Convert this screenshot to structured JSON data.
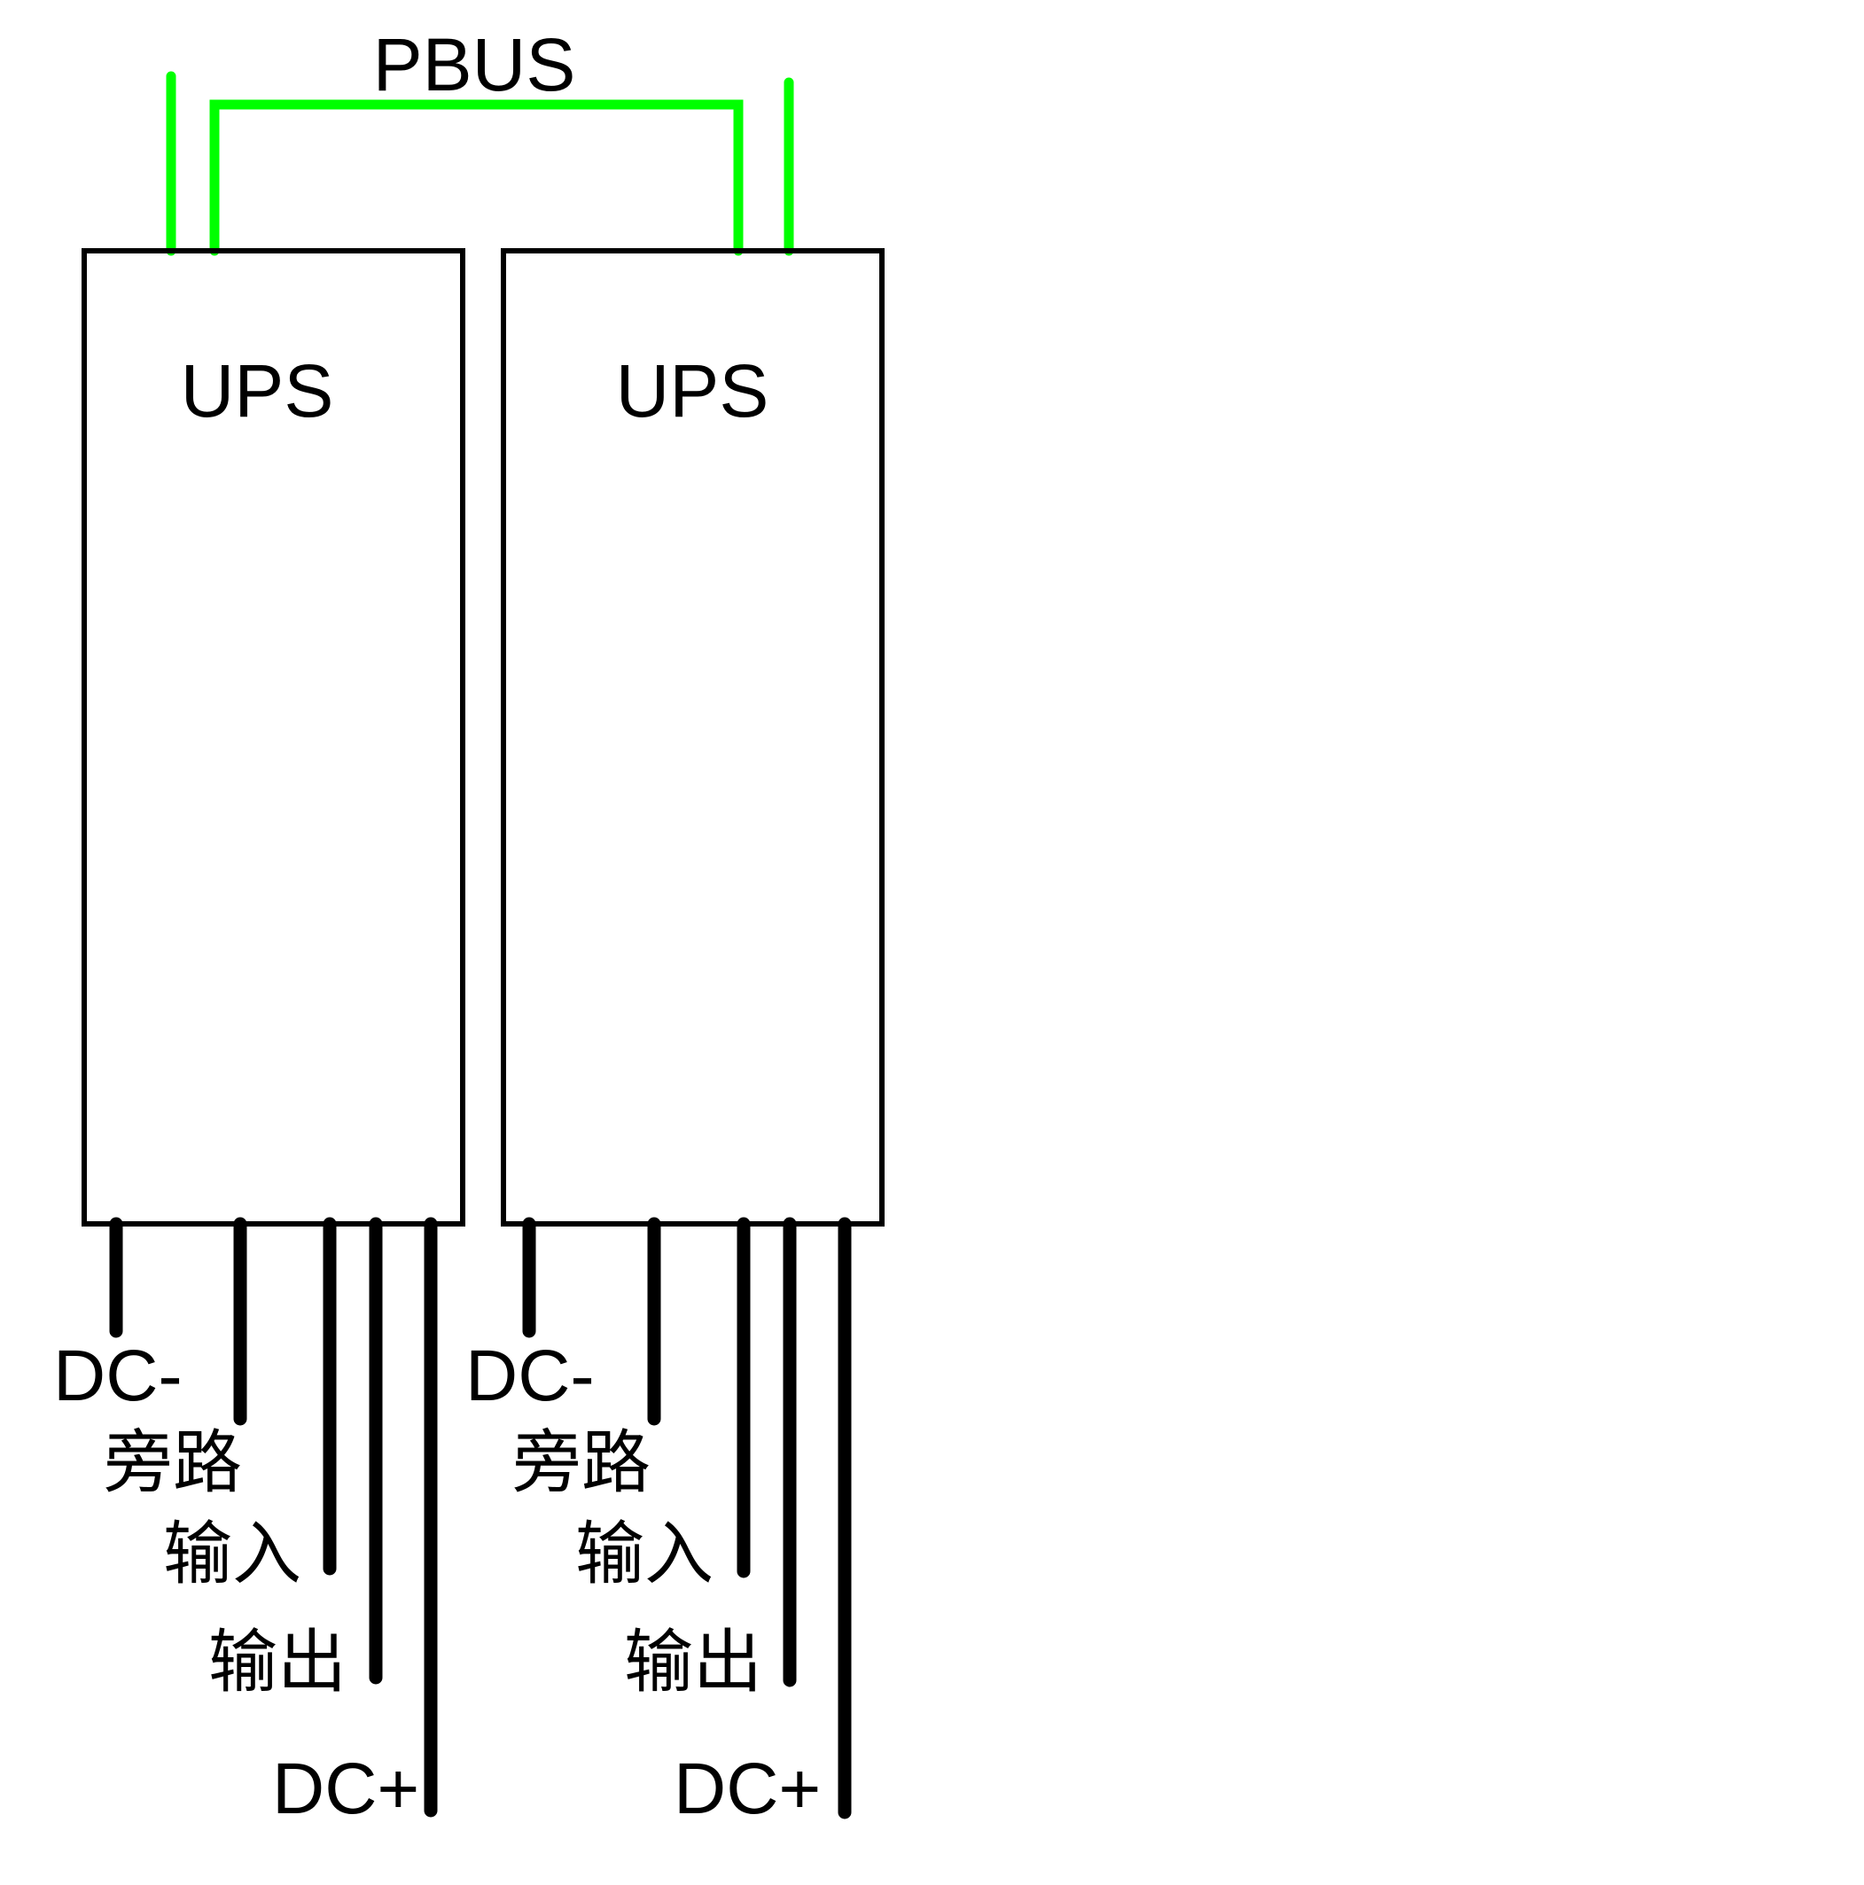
{
  "bus": {
    "label": "PBUS",
    "color": "#00ff00"
  },
  "colors": {
    "outline": "#000000",
    "background": "#ffffff"
  },
  "units": [
    {
      "label": "UPS",
      "terminals": [
        "DC-",
        "旁路",
        "输入",
        "输出",
        "DC+"
      ]
    },
    {
      "label": "UPS",
      "terminals": [
        "DC-",
        "旁路",
        "输入",
        "输出",
        "DC+"
      ]
    }
  ]
}
